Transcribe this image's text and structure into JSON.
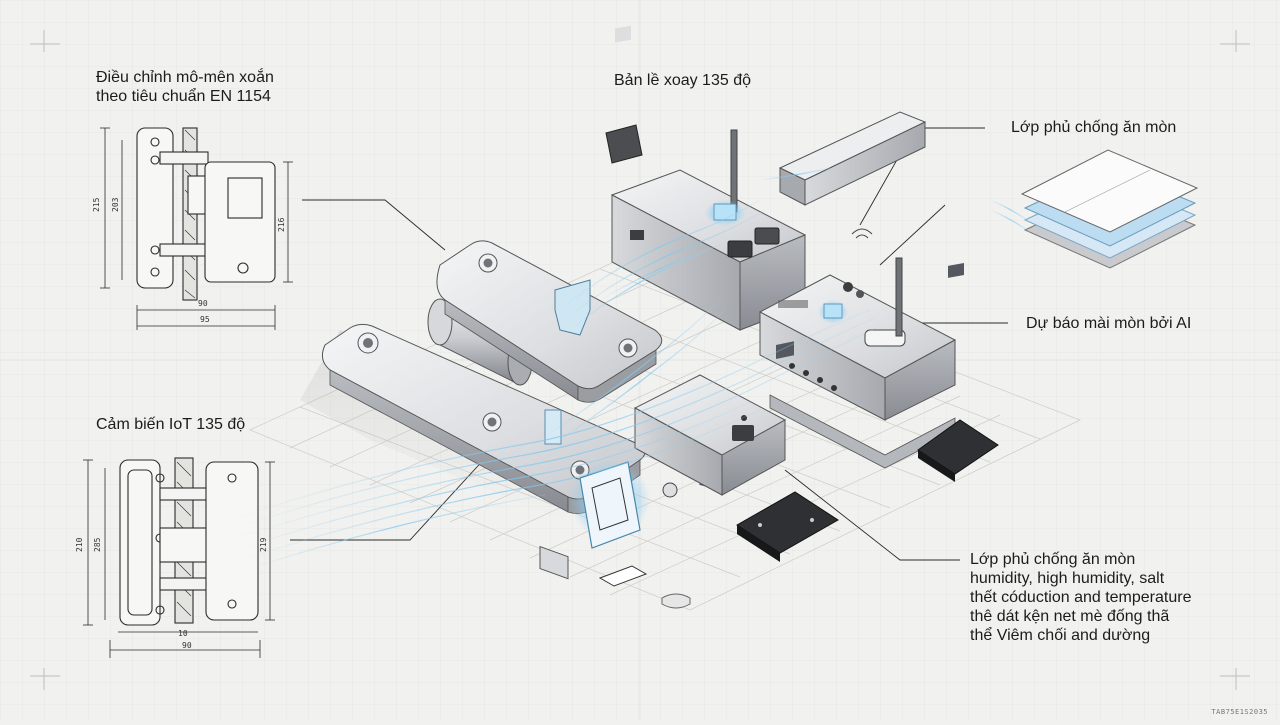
{
  "labels": {
    "torque_adjust": [
      "Điều chỉnh mô-mên xoắn",
      "theo tiêu chuẩn EN 1154"
    ],
    "hinge_135": "Bản lề xoay 135 độ",
    "anti_corrosion_top": "Lớp phủ chống ăn mòn",
    "ai_wear": "Dự báo mài mòn bởi AI",
    "iot_sensor": "Cảm biến IoT  135 độ",
    "corrosion_block": [
      "Lớp phủ chống ăn mòn",
      "humidity, high humidity, salt",
      "thết códuction and temperature",
      "thê dát kện net mè đống thã",
      "thể Viêm chối and dường"
    ]
  },
  "dimensions": {
    "top_height_left": "215",
    "top_height_mid": "203",
    "top_height_right": "216",
    "top_width_a": "90",
    "top_width_b": "95",
    "bottom_height_left": "210",
    "bottom_height_mid": "285",
    "bottom_height_right": "219",
    "bottom_width_a": "10",
    "bottom_width_b": "90"
  },
  "footer": "TAB75E1S2035",
  "colors": {
    "paper": "#f1f1ef",
    "metal_light": "#e6e7e9",
    "metal_dark": "#8d9096",
    "glow": "#7fc7ee",
    "ink": "#1e1e1e"
  }
}
